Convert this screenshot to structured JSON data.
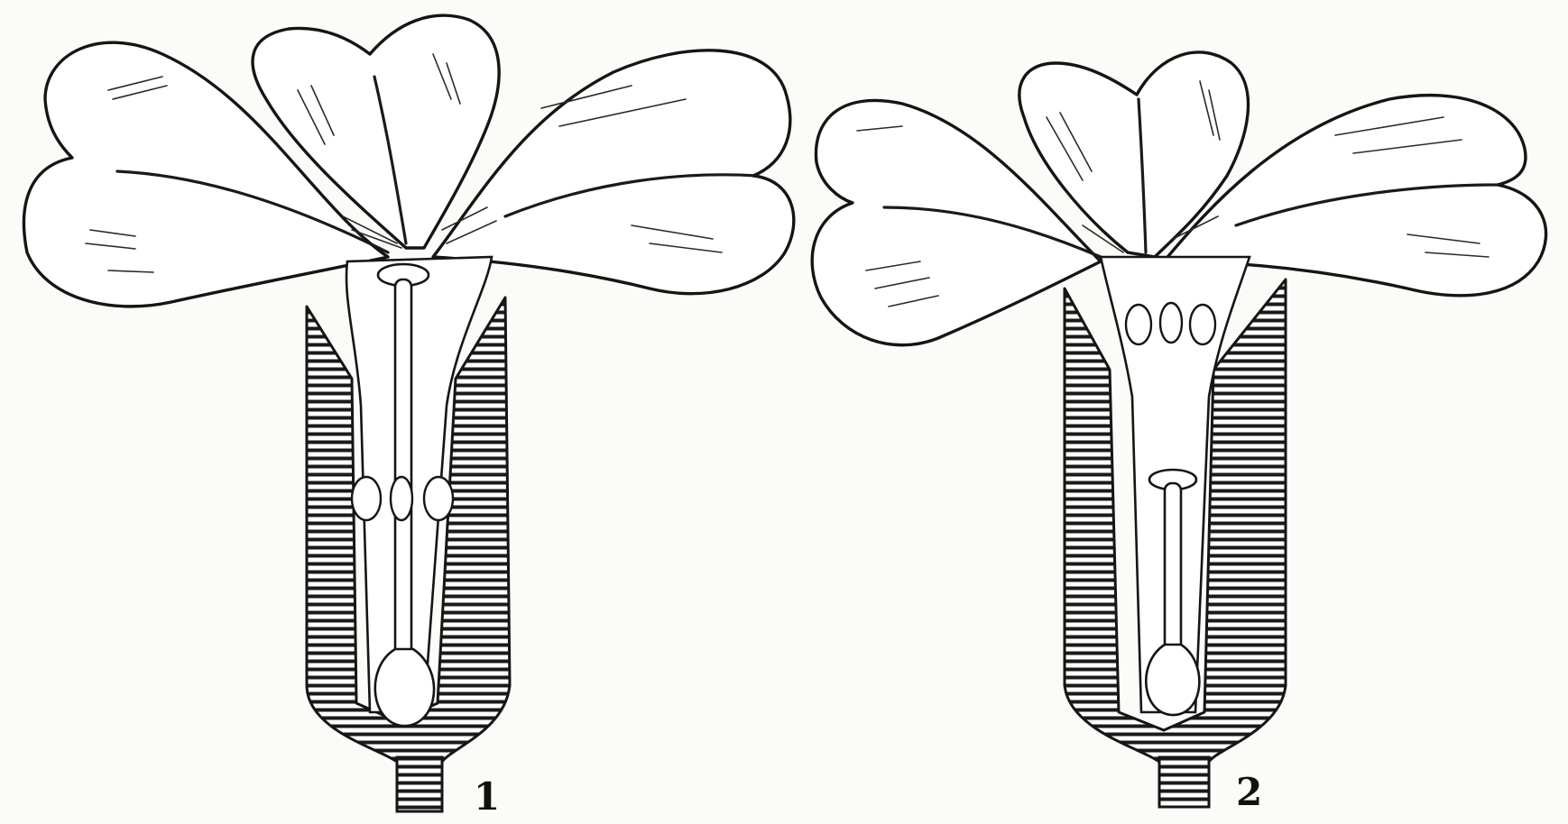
{
  "figures": [
    {
      "id": "1",
      "label": "1"
    },
    {
      "id": "2",
      "label": "2"
    }
  ]
}
